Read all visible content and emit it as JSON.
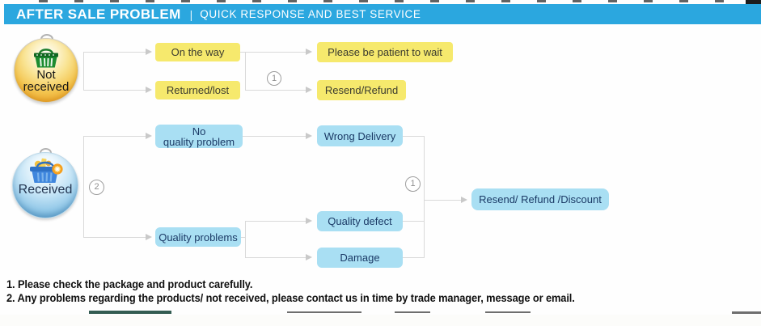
{
  "header": {
    "title": "AFTER SALE PROBLEM",
    "separator": "|",
    "subtitle": "QUICK RESPONSE AND BEST SERVICE"
  },
  "colors": {
    "header_bar": "#2BA7DF",
    "yellow_node": "#F6E96D",
    "blue_node": "#A9DFF3",
    "connector_gray": "#D9D9D9",
    "orange_badge": "#ECA32C",
    "blue_badge": "#92C8E8"
  },
  "not_received_flow": {
    "source_line1": "Not",
    "source_line2": "received",
    "branch1": "On the way",
    "branch2": "Returned/lost",
    "marker": "1",
    "outcome1": "Please be patient to wait",
    "outcome2": "Resend/Refund"
  },
  "received_flow": {
    "source": "Received",
    "marker_left": "2",
    "branch1_line1": "No",
    "branch1_line2": "quality problem",
    "branch2": "Quality problems",
    "mid1": "Wrong Delivery",
    "mid2": "Quality defect",
    "mid3": "Damage",
    "marker_right": "1",
    "final": "Resend/ Refund /Discount"
  },
  "notes": {
    "line1": "1. Please check the package and product carefully.",
    "line2": "2. Any problems regarding the products/ not received, please contact us in time by trade manager, message or email."
  }
}
